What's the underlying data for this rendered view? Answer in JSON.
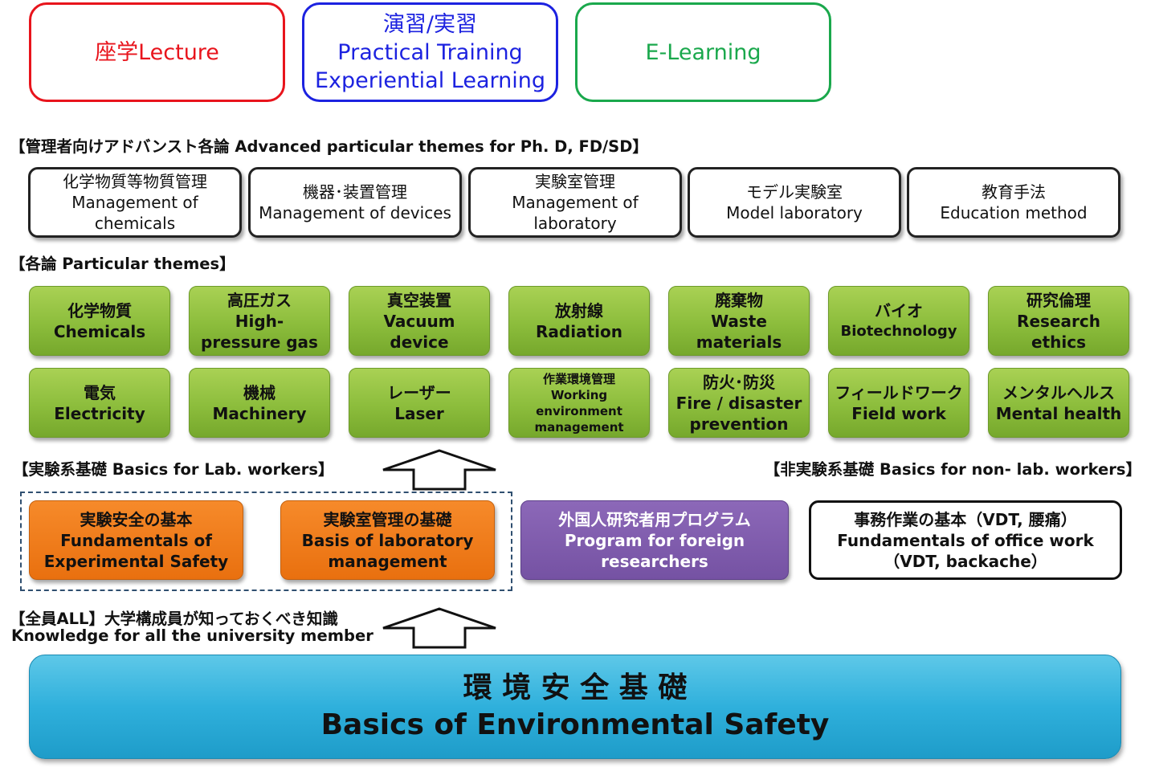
{
  "legend": {
    "lecture": "座学Lecture",
    "practical_line1": "演習/実習",
    "practical_line2": "Practical Training",
    "practical_line3": "Experiential Learning",
    "elearning": "E-Learning",
    "colors": {
      "lecture": "#e8141c",
      "practical": "#1c22e0",
      "elearning": "#1aa84c"
    }
  },
  "advanced": {
    "heading": "【管理者向けアドバンスト各論 Advanced particular themes for Ph. D, FD/SD】",
    "items": [
      {
        "line1": "化学物質等物質管理",
        "line2": "Management of",
        "line3": "chemicals"
      },
      {
        "line1": "機器･装置管理",
        "line2": "Management of devices"
      },
      {
        "line1": "実験室管理",
        "line2": "Management of",
        "line3": "laboratory"
      },
      {
        "line1": "モデル実験室",
        "line2": "Model laboratory"
      },
      {
        "line1": "教育手法",
        "line2": "Education method"
      }
    ]
  },
  "particular": {
    "heading": "【各論 Particular themes】",
    "row1": [
      {
        "line1": "化学物質",
        "line2": "Chemicals"
      },
      {
        "line1": "高圧ガス",
        "line2": "High-",
        "line3": "pressure gas"
      },
      {
        "line1": "真空装置",
        "line2": "Vacuum",
        "line3": "device"
      },
      {
        "line1": "放射線",
        "line2": "Radiation"
      },
      {
        "line1": "廃棄物",
        "line2": "Waste",
        "line3": "materials"
      },
      {
        "line1": "バイオ",
        "line2": "Biotechnology"
      },
      {
        "line1": "研究倫理",
        "line2": "Research",
        "line3": "ethics"
      }
    ],
    "row2": [
      {
        "line1": "電気",
        "line2": "Electricity"
      },
      {
        "line1": "機械",
        "line2": "Machinery"
      },
      {
        "line1": "レーザー",
        "line2": "Laser"
      },
      {
        "line1": "作業環境管理",
        "line2": "Working",
        "line3": "environment",
        "line4": "management"
      },
      {
        "line1": "防火･防災",
        "line2": "Fire / disaster",
        "line3": "prevention"
      },
      {
        "line1": "フィールドワーク",
        "line2": "Field work"
      },
      {
        "line1": "メンタルヘルス",
        "line2": "Mental health"
      }
    ]
  },
  "basics": {
    "lab_heading": "【実験系基礎 Basics for Lab. workers】",
    "nonlab_heading": "【非実験系基礎 Basics for non- lab. workers】",
    "experimental_safety": {
      "line1": "実験安全の基本",
      "line2": "Fundamentals of",
      "line3": "Experimental Safety"
    },
    "lab_management": {
      "line1": "実験室管理の基礎",
      "line2": "Basis of laboratory",
      "line3": "management"
    },
    "foreign": {
      "line1": "外国人研究者用プログラム",
      "line2": "Program for foreign",
      "line3": "researchers"
    },
    "office": {
      "line1": "事務作業の基本（VDT, 腰痛）",
      "line2": "Fundamentals of office work",
      "line3": "（VDT, backache）"
    }
  },
  "all": {
    "heading_line1": "【全員ALL】大学構成員が知っておくべき知識",
    "heading_line2": "Knowledge for all the university member"
  },
  "foundation": {
    "line1": "環 境 安 全 基 礎",
    "line2": "Basics of Environmental Safety"
  }
}
